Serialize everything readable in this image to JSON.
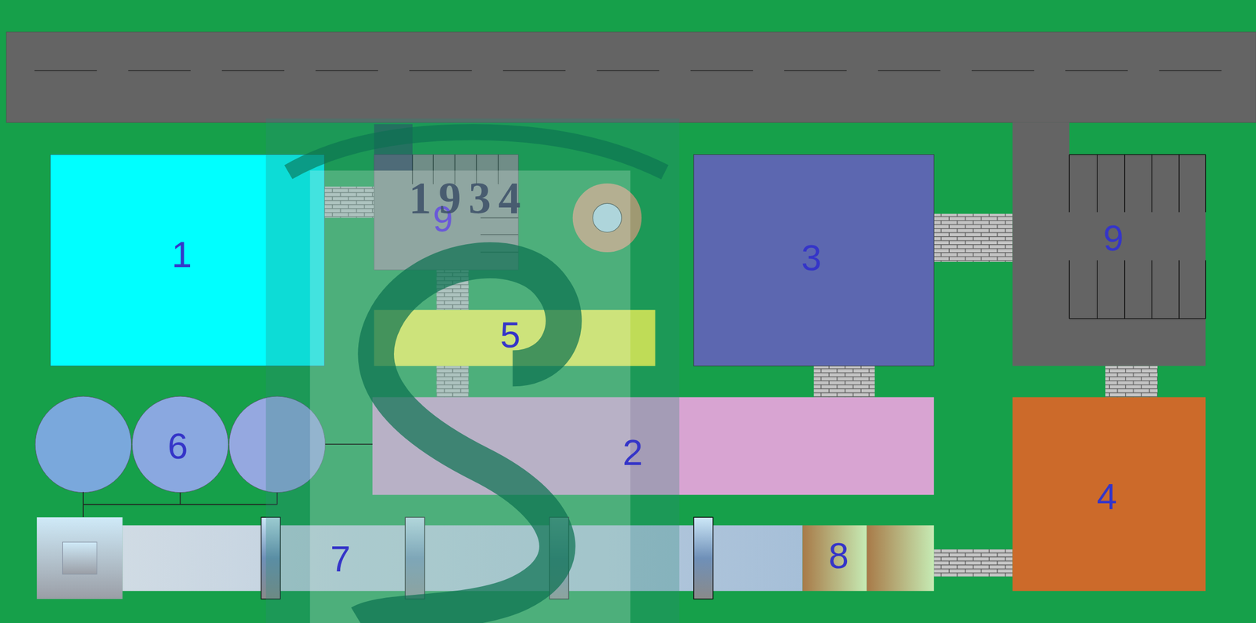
{
  "diagram": {
    "nodes": [
      {
        "text": [
          "1"
        ]
      },
      {
        "text": [
          "9"
        ]
      },
      {
        "text": [
          "5"
        ]
      },
      {
        "text": [
          "3"
        ]
      },
      {
        "text": [
          "9"
        ]
      },
      {
        "text": [
          "6"
        ]
      },
      {
        "text": [
          "2"
        ]
      },
      {
        "text": [
          "4"
        ]
      },
      {
        "text": [
          "7"
        ]
      },
      {
        "text": [
          "8"
        ]
      }
    ],
    "edges": [
      {
        "from": 5,
        "to": 6,
        "arrow": "none"
      },
      {
        "from": 5,
        "to": 8,
        "arrow": "none"
      }
    ],
    "labels": [
      "1934"
    ]
  }
}
